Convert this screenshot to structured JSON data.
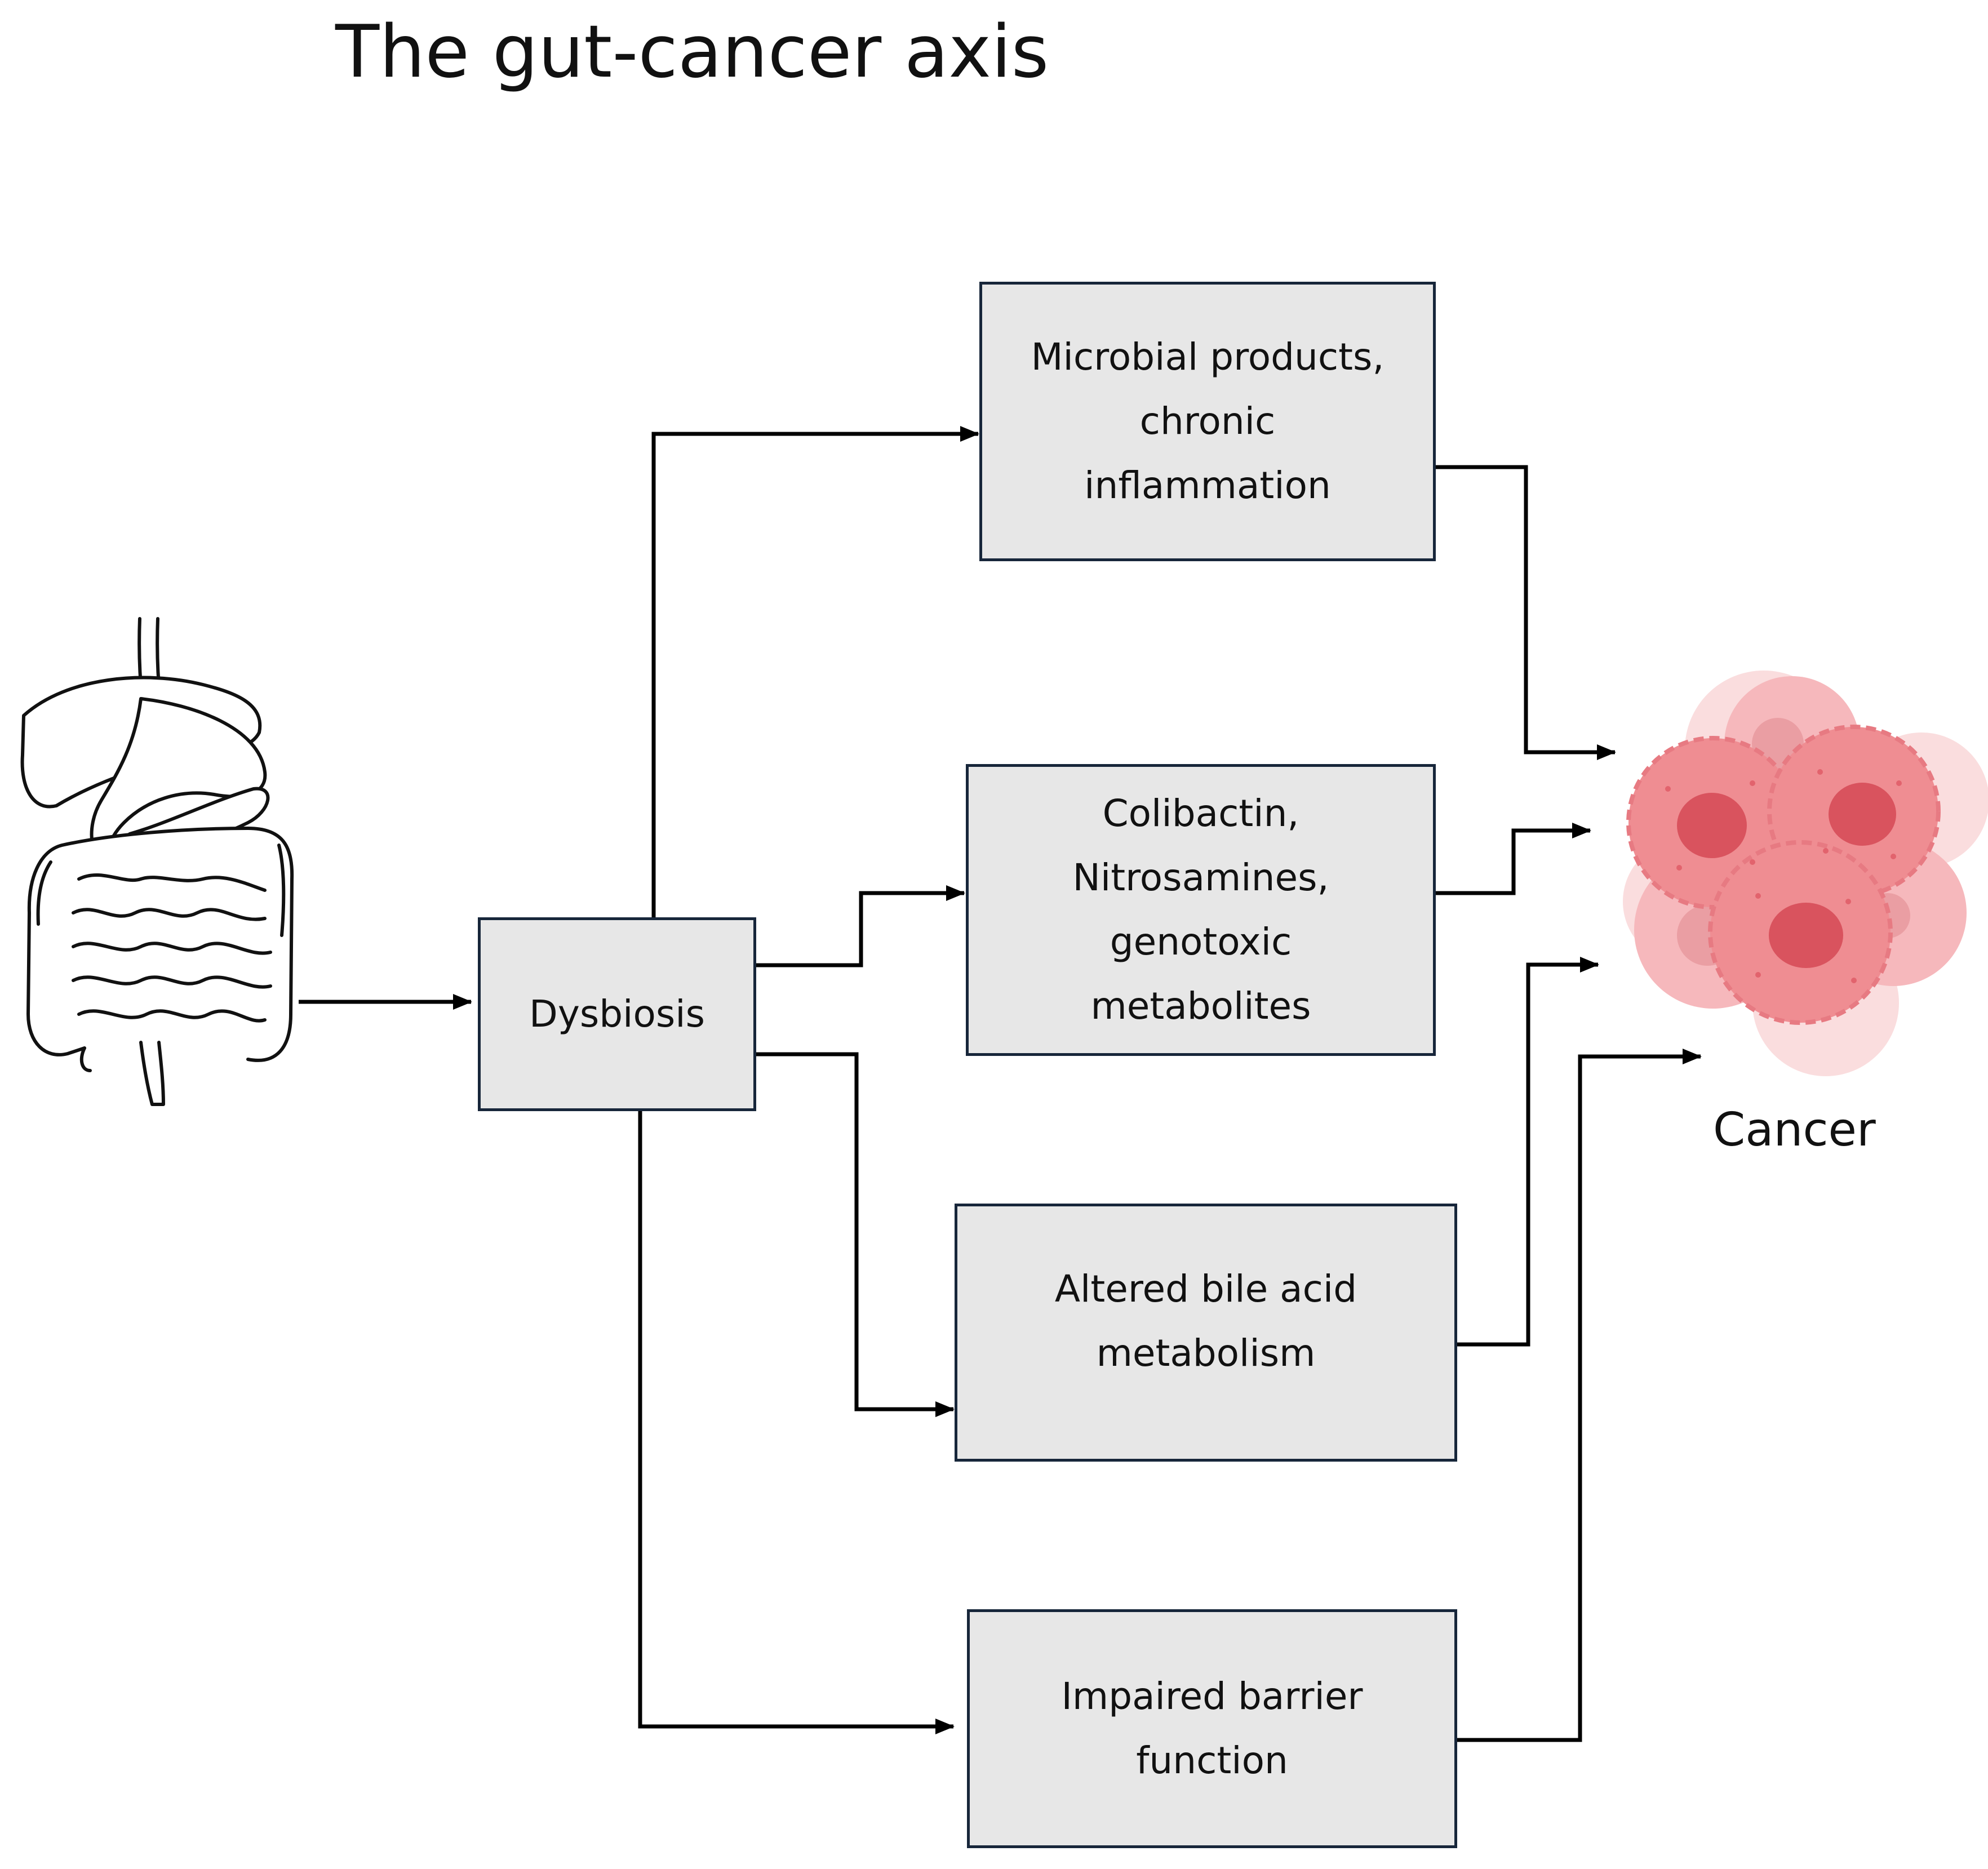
{
  "title": "The gut-cancer axis",
  "nodes": {
    "dysbiosis": {
      "lines": [
        "Dysbiosis"
      ]
    },
    "microbial": {
      "lines": [
        "Microbial products,",
        "chronic",
        "inflammation"
      ]
    },
    "colibactin": {
      "lines": [
        "Colibactin,",
        "Nitrosamines,",
        "genotoxic",
        "metabolites"
      ]
    },
    "bile": {
      "lines": [
        "Altered bile acid",
        "metabolism"
      ]
    },
    "barrier": {
      "lines": [
        "Impaired barrier",
        "function"
      ]
    }
  },
  "cancer_label": "Cancer",
  "colors": {
    "box_fill": "#e7e7e7",
    "box_border": "#17263a",
    "arrow": "#000000",
    "cell_light": "#f6b8bc",
    "cell_mid": "#ef8d92",
    "cell_nucleus": "#d9535e"
  },
  "icons": [
    "digestive-tract-icon",
    "cancer-cells-icon"
  ]
}
